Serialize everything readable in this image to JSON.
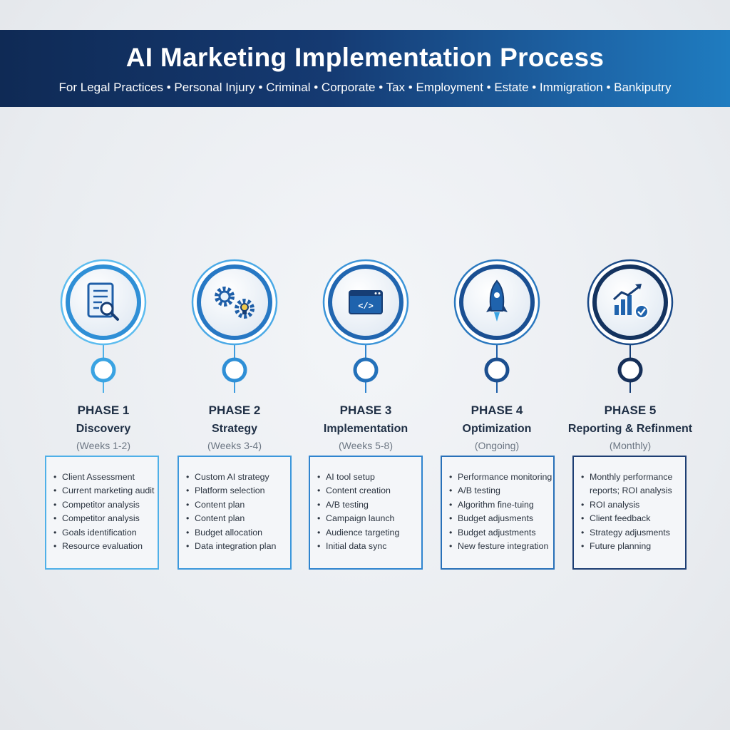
{
  "header": {
    "title": "AI Marketing Implementation Process",
    "subtitle": "For Legal Practices • Personal Injury • Criminal • Corporate • Tax • Employment • Estate • Immigration • Bankiputry"
  },
  "colors": {
    "banner_start": "#0f2a55",
    "banner_end": "#1f7cc0",
    "timeline_start": "#4fb8ec",
    "timeline_end": "#14284f",
    "phase_text": "#1f2f45"
  },
  "phases": [
    {
      "number": "PHASE 1",
      "name": "Discovery",
      "duration": "(Weeks 1-2)",
      "icon": "document-search-icon",
      "tasks": [
        "Client Assessment",
        "Current marketing audit",
        "Competitor analysis",
        "Competitor analysis",
        "Goals identification",
        "Resource evaluation"
      ]
    },
    {
      "number": "PHASE 2",
      "name": "Strategy",
      "duration": "(Weeks 3-4)",
      "icon": "gears-lightbulb-icon",
      "tasks": [
        "Custom AI strategy",
        "Platform selection",
        "Content plan",
        "Content plan",
        "Budget allocation",
        "Data integration plan"
      ]
    },
    {
      "number": "PHASE 3",
      "name": "Implementation",
      "duration": "(Weeks 5-8)",
      "icon": "code-window-icon",
      "tasks": [
        "AI tool setup",
        "Content creation",
        "A/B testing",
        "Campaign launch",
        "Audience targeting",
        "Initial data sync"
      ]
    },
    {
      "number": "PHASE 4",
      "name": "Optimization",
      "duration": "(Ongoing)",
      "icon": "rocket-icon",
      "tasks": [
        "Performance monitoring",
        "A/B testing",
        "Algorithm fine-tuing",
        "Budget adjusments",
        "Budget adjustments",
        "New festure integration"
      ]
    },
    {
      "number": "PHASE 5",
      "name": "Reporting & Refinment",
      "duration": "(Monthly)",
      "icon": "chart-check-icon",
      "tasks": [
        "Monthly performance reports; ROI analysis",
        "ROI analysis",
        "Client feedback",
        "Strategy adjusments",
        "Future planning"
      ]
    }
  ]
}
